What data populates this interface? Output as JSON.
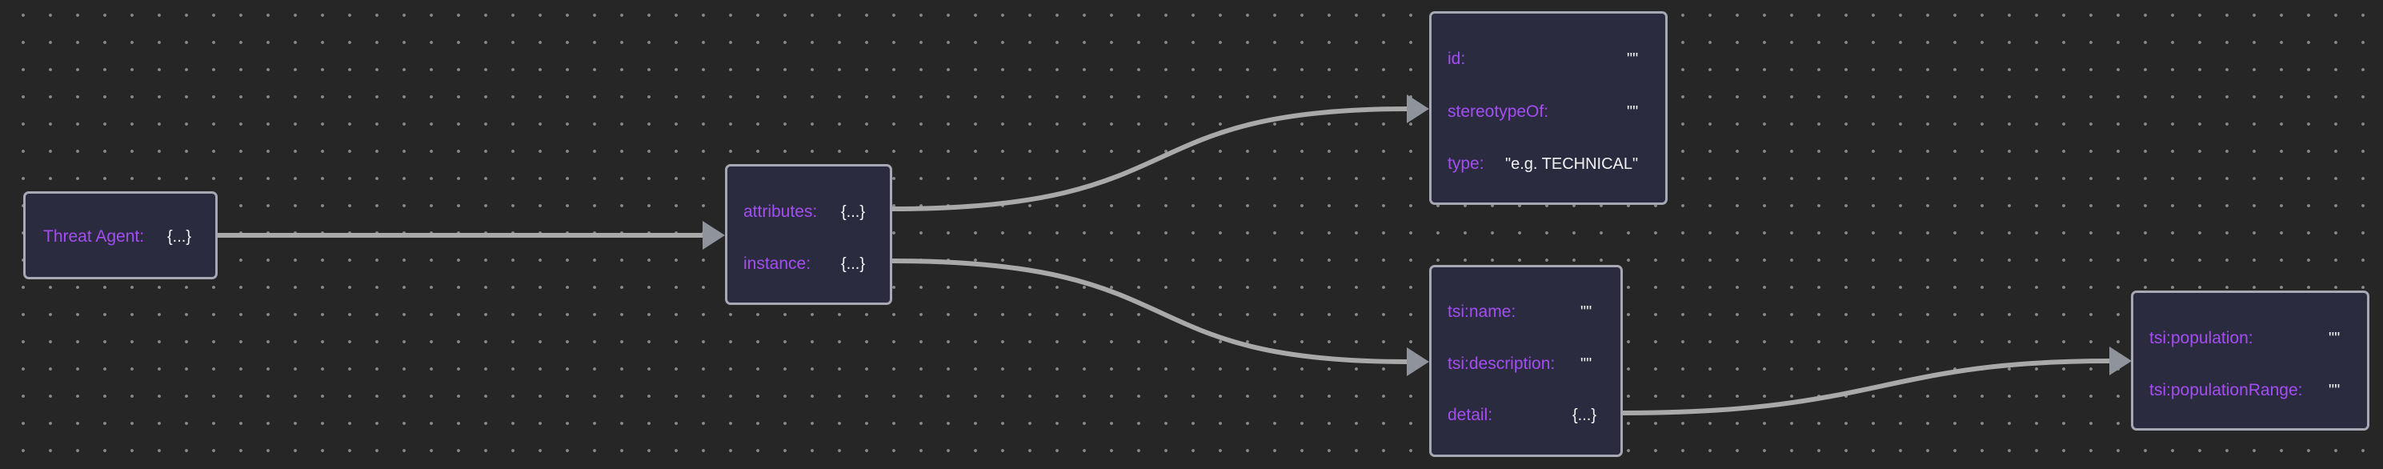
{
  "nodes": [
    {
      "id": "root",
      "fields": [
        {
          "key": "Threat Agent:",
          "value": "{...}"
        }
      ]
    },
    {
      "id": "child",
      "fields": [
        {
          "key": "attributes:",
          "value": "{...}"
        },
        {
          "key": "instance:",
          "value": "{...}"
        }
      ]
    },
    {
      "id": "attributes",
      "fields": [
        {
          "key": "id:",
          "value": "\"\""
        },
        {
          "key": "stereotypeOf:",
          "value": "\"\""
        },
        {
          "key": "type:",
          "value": "\"e.g. TECHNICAL\""
        }
      ]
    },
    {
      "id": "instance",
      "fields": [
        {
          "key": "tsi:name:",
          "value": "\"\""
        },
        {
          "key": "tsi:description:",
          "value": "\"\""
        },
        {
          "key": "detail:",
          "value": "{...}"
        }
      ]
    },
    {
      "id": "detail",
      "fields": [
        {
          "key": "tsi:population:",
          "value": "\"\""
        },
        {
          "key": "tsi:populationRange:",
          "value": "\"\""
        }
      ]
    }
  ],
  "edges": [
    {
      "from": "Threat Agent:",
      "to": "attributes / instance"
    },
    {
      "from": "attributes:",
      "to": "id / stereotypeOf / type"
    },
    {
      "from": "instance:",
      "to": "tsi:name / tsi:description / detail"
    },
    {
      "from": "detail:",
      "to": "tsi:population / tsi:populationRange"
    }
  ],
  "colors": {
    "background": "#262626",
    "grid_dot": "#8a8a8a",
    "node_fill": "#2b2b40",
    "node_border": "#a6a8b4",
    "key_text": "#a44ef2",
    "value_text": "#f2f2f2",
    "edge": "#a9a9a9",
    "arrowhead": "#8f939c"
  }
}
